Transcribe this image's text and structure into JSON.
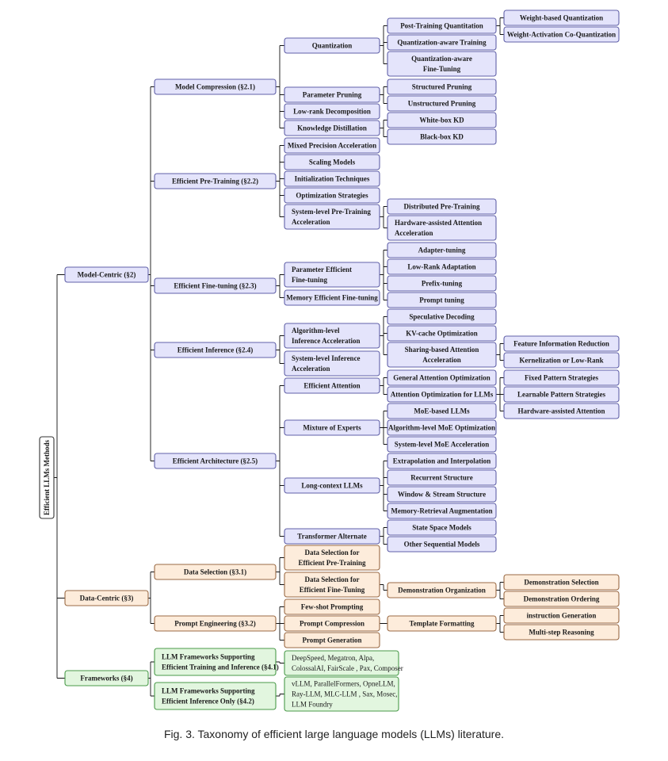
{
  "colors": {
    "model_fill": "#e4e4fb",
    "model_stroke": "#6161a8",
    "data_fill": "#fdecdb",
    "data_stroke": "#9a6a45",
    "frame_fill": "#e2f6df",
    "frame_stroke": "#4a9a4a",
    "root_fill": "#ffffff",
    "root_stroke": "#333333"
  },
  "root": "Efficient LLMs Methods",
  "l1": {
    "model": "Model-Centric (§2)",
    "data": "Data-Centric (§3)",
    "frameworks": "Frameworks (§4)"
  },
  "model_compression": {
    "label": "Model Compression (§2.1)",
    "quantization": "Quantization",
    "post_training_quantitation": "Post-Training Quantitation",
    "weight_based_quantization": "Weight-based Quantization",
    "weight_activation_co_quantization": "Weight-Activation Co-Quantization",
    "quantization_aware_training": "Quantization-aware Training",
    "quantization_aware_finetuning": [
      "Quantization-aware",
      "Fine-Tuning"
    ],
    "parameter_pruning": "Parameter Pruning",
    "structured_pruning": "Structured Pruning",
    "unstructured_pruning": "Unstructured Pruning",
    "low_rank_decomposition": "Low-rank Decomposition",
    "knowledge_distillation": "Knowledge Distillation",
    "white_box_kd": "White-box KD",
    "black_box_kd": "Black-box KD"
  },
  "pretraining": {
    "label": "Efficient Pre-Training (§2.2)",
    "mixed_precision": "Mixed Precision Acceleration",
    "scaling_models": "Scaling Models",
    "initialization": "Initialization Techniques",
    "optimization": "Optimization Strategies",
    "system_level": [
      "System-level Pre-Training",
      "Acceleration"
    ],
    "distributed": "Distributed Pre-Training",
    "hardware_attention": [
      "Hardware-assisted Attention",
      "Acceleration"
    ]
  },
  "finetuning": {
    "label": "Efficient Fine-tuning (§2.3)",
    "parameter_efficient": [
      "Parameter Efficient",
      "Fine-tuning"
    ],
    "memory_efficient": "Memory Efficient Fine-tuning",
    "adapter": "Adapter-tuning",
    "lora": "Low-Rank Adaptation",
    "prefix": "Prefix-tuning",
    "prompt": "Prompt tuning"
  },
  "inference": {
    "label": "Efficient Inference (§2.4)",
    "algorithm_level": [
      "Algorithm-level",
      "Inference Acceleration"
    ],
    "system_level": [
      "System-level Inference",
      "Acceleration"
    ],
    "speculative": "Speculative Decoding",
    "kv_cache": "KV-cache Optimization",
    "sharing": [
      "Sharing-based Attention",
      "Acceleration"
    ],
    "feature_info": "Feature Information Reduction",
    "kernelization": "Kernelization or Low-Rank"
  },
  "architecture": {
    "label": "Efficient Architecture (§2.5)",
    "efficient_attention": "Efficient Attention",
    "general_attention": "General Attention Optimization",
    "attention_llms": "Attention Optimization for LLMs",
    "fixed_pattern": "Fixed Pattern Strategies",
    "learnable_pattern": "Learnable Pattern Strategies",
    "hardware_assisted": "Hardware-assisted Attention",
    "moe": "Mixture of Experts",
    "moe_llms": "MoE-based LLMs",
    "algorithm_moe": "Algorithm-level MoE Optimization",
    "system_moe": "System-level MoE Acceleration",
    "long_context": "Long-context LLMs",
    "extrapolation": "Extrapolation and Interpolation",
    "recurrent": "Recurrent Structure",
    "window_stream": "Window & Stream Structure",
    "memory_retrieval": "Memory-Retrieval Augmentation",
    "transformer_alternate": "Transformer Alternate",
    "state_space": "State Space Models",
    "other_sequential": "Other Sequential Models"
  },
  "data_selection": {
    "label": "Data Selection (§3.1)",
    "for_pretraining": [
      "Data Selection for",
      "Efficient Pre-Training"
    ],
    "for_finetuning": [
      "Data Selection for",
      "Efficient Fine-Tuning"
    ]
  },
  "prompt_engineering": {
    "label": "Prompt Engineering (§3.2)",
    "few_shot": "Few-shot Prompting",
    "prompt_compression": "Prompt Compression",
    "prompt_generation": "Prompt Generation",
    "demo_org": "Demonstration Organization",
    "demo_selection": "Demonstration Selection",
    "demo_ordering": "Demonstration Ordering",
    "template_formatting": "Template Formatting",
    "instruction_generation": "instruction Generation",
    "multistep": "Multi-step Reasoning"
  },
  "frameworks": {
    "training_inference": [
      "LLM Frameworks Supporting",
      "Efficient Training and Inference (§4.1)"
    ],
    "training_inference_list": [
      "DeepSpeed, Megatron, Alpa,",
      "ColossalAI, FairScale , Pax, Composer"
    ],
    "inference_only": [
      "LLM Frameworks Supporting",
      "Efficient Inference Only (§4.2)"
    ],
    "inference_only_list": [
      "vLLM, ParallelFormers, OpneLLM,",
      "Ray-LLM, MLC-LLM , Sax, Mosec,",
      "LLM Foundry"
    ]
  },
  "caption": "Fig. 3.  Taxonomy of efficient large language models (LLMs) literature."
}
